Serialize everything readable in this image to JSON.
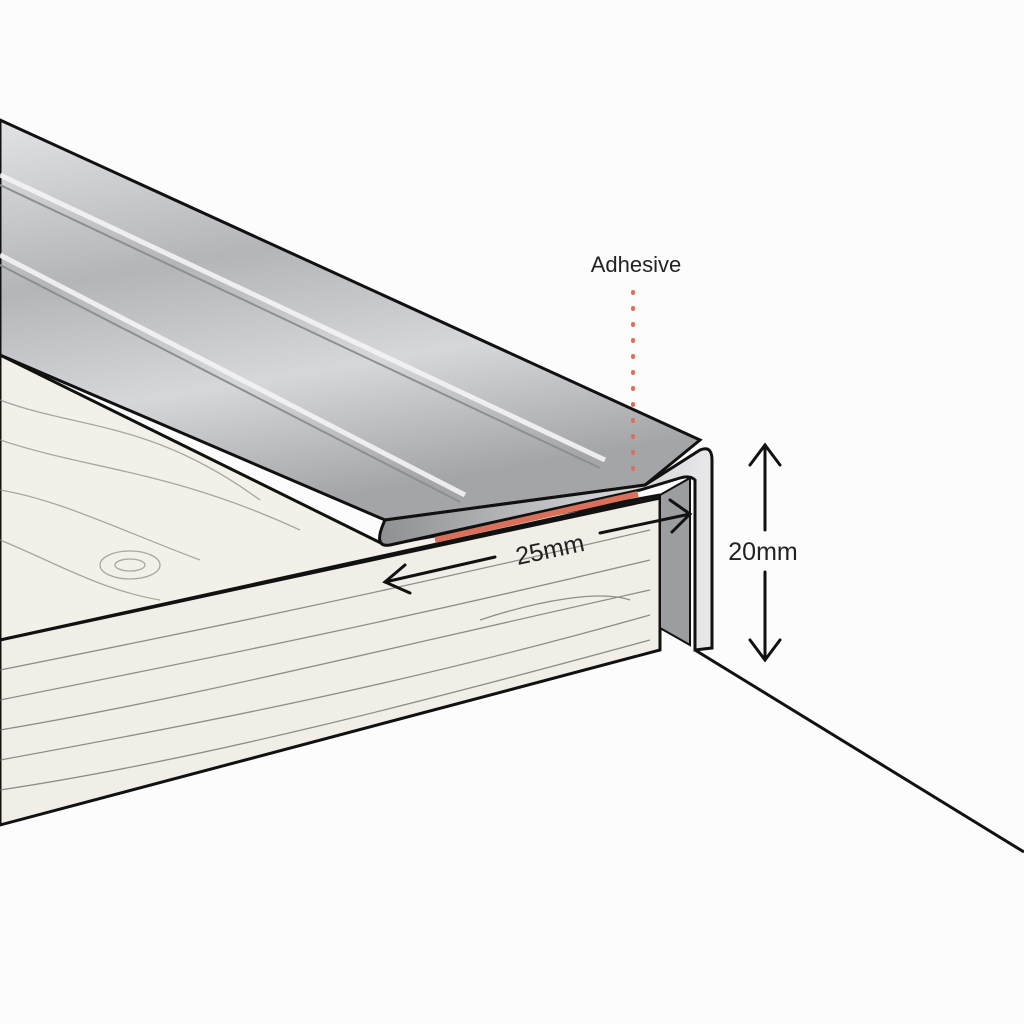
{
  "labels": {
    "adhesive": "Adhesive",
    "width": "25mm",
    "height": "20mm"
  },
  "colors": {
    "adhesive": "#d9705a",
    "metal_light": "#e4e4e6",
    "metal_dark": "#a9aaae",
    "wood": "#f1eee8",
    "outline": "#111111"
  }
}
